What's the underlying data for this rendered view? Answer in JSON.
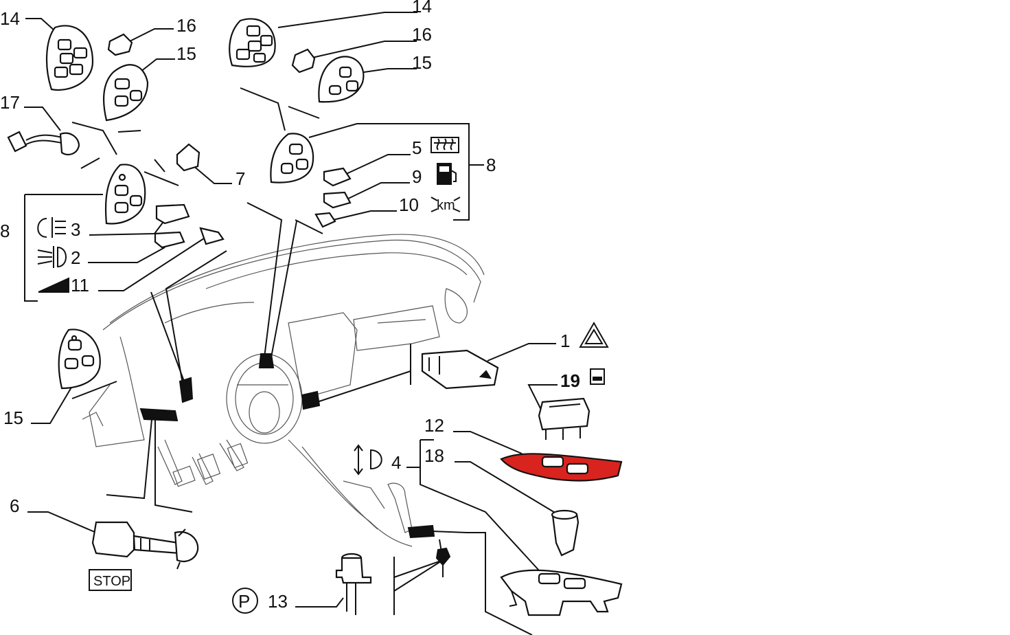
{
  "callouts": [
    {
      "id": "c14a",
      "text": "14"
    },
    {
      "id": "c16a",
      "text": "16"
    },
    {
      "id": "c15a",
      "text": "15"
    },
    {
      "id": "c17",
      "text": "17"
    },
    {
      "id": "c7",
      "text": "7"
    },
    {
      "id": "c8a",
      "text": "8"
    },
    {
      "id": "c3",
      "text": "3"
    },
    {
      "id": "c2",
      "text": "2"
    },
    {
      "id": "c11",
      "text": "11"
    },
    {
      "id": "c14b",
      "text": "14"
    },
    {
      "id": "c16b",
      "text": "16"
    },
    {
      "id": "c15b",
      "text": "15"
    },
    {
      "id": "c5",
      "text": "5"
    },
    {
      "id": "c9",
      "text": "9"
    },
    {
      "id": "c10",
      "text": "10"
    },
    {
      "id": "c8b",
      "text": "8"
    },
    {
      "id": "c1",
      "text": "1"
    },
    {
      "id": "c19",
      "text": "19"
    },
    {
      "id": "c15c",
      "text": "15"
    },
    {
      "id": "c12",
      "text": "12"
    },
    {
      "id": "c18",
      "text": "18"
    },
    {
      "id": "c4",
      "text": "4"
    },
    {
      "id": "c6",
      "text": "6"
    },
    {
      "id": "c13",
      "text": "13"
    }
  ],
  "symbols": {
    "stop_label": "STOP",
    "km_label": "km",
    "parking_label": "P"
  },
  "colors": {
    "highlight": "#d9231f",
    "line": "#111111"
  }
}
